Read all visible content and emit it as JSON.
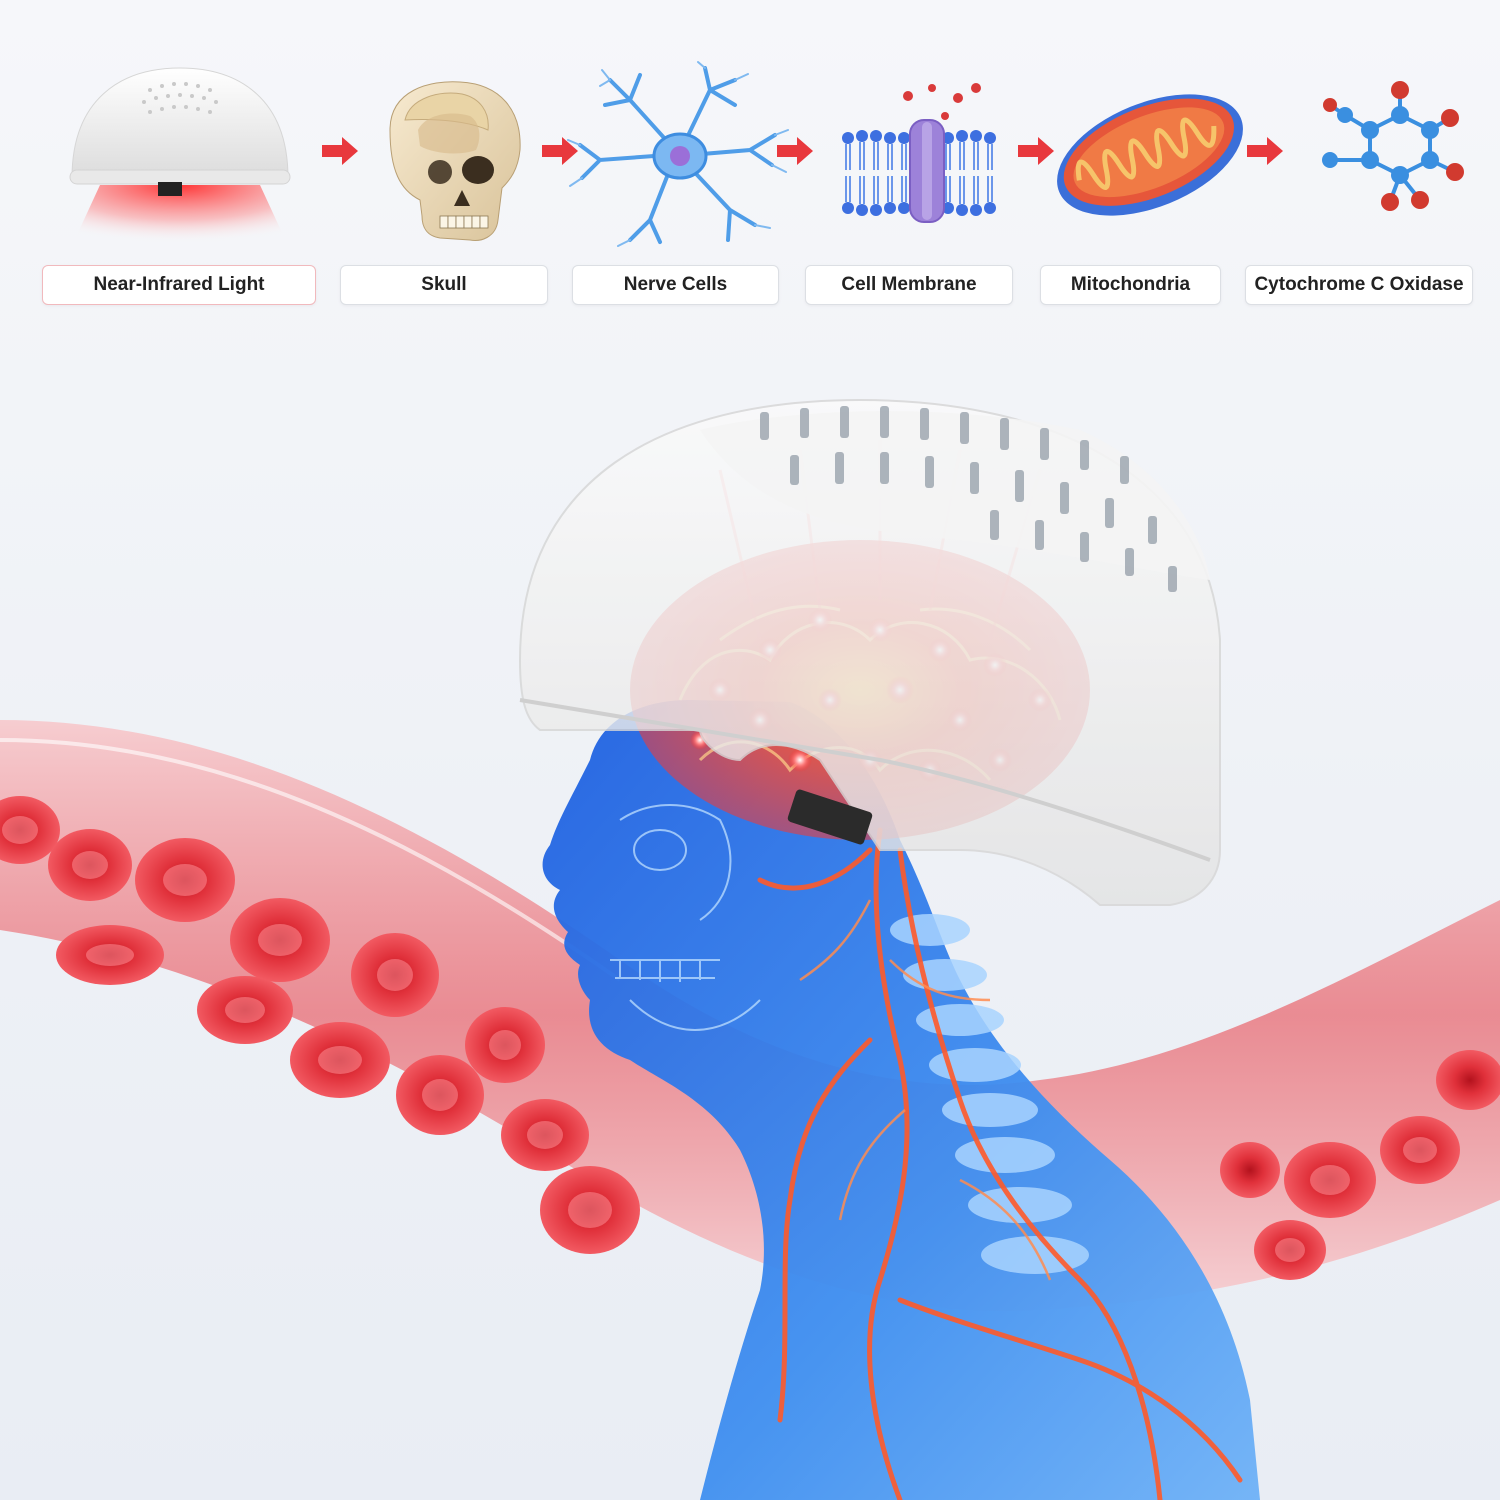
{
  "pathway": {
    "steps": [
      {
        "label": "Near-Infrared Light",
        "icon": "helmet-light-icon"
      },
      {
        "label": "Skull",
        "icon": "skull-icon"
      },
      {
        "label": "Nerve Cells",
        "icon": "neuron-icon"
      },
      {
        "label": "Cell Membrane",
        "icon": "cell-membrane-icon"
      },
      {
        "label": "Mitochondria",
        "icon": "mitochondria-icon"
      },
      {
        "label": "Cytochrome C Oxidase",
        "icon": "molecule-icon"
      }
    ],
    "arrow_icon": "red-arrow-icon"
  },
  "colors": {
    "accent_red": "#e8383d",
    "body_blue": "#2f6fe0",
    "helmet_white": "#f1f1f1",
    "blood_red": "#d9252f"
  }
}
